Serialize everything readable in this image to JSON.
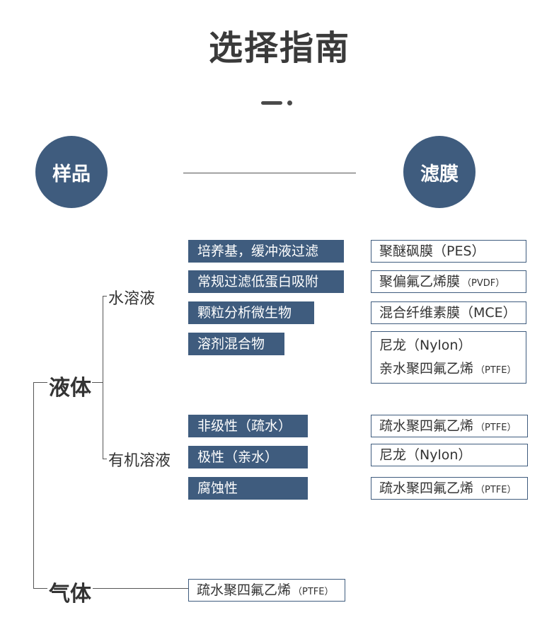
{
  "title": "选择指南",
  "colors": {
    "accent": "#3f5c7e",
    "text": "#333333",
    "line": "#555555"
  },
  "headers": {
    "sample": "样品",
    "filter": "滤膜"
  },
  "categories": {
    "liquid": "液体",
    "gas": "气体",
    "aqueous": "水溶液",
    "organic": "有机溶液"
  },
  "samples": [
    "培养基，缓冲液过滤",
    "常规过滤低蛋白吸附",
    "颗粒分析微生物",
    "溶剂混合物",
    "非级性（疏水）",
    "极性（亲水）",
    "腐蚀性"
  ],
  "filters": [
    {
      "name": "聚醚砜膜（PES）",
      "suffix": ""
    },
    {
      "name": "聚偏氟乙烯膜",
      "suffix": "（PVDF）"
    },
    {
      "name": "混合纤维素膜（MCE）",
      "suffix": ""
    },
    {
      "name": "尼龙（Nylon）",
      "suffix": ""
    },
    {
      "name": "亲水聚四氟乙烯",
      "suffix": "（PTFE）"
    },
    {
      "name": "疏水聚四氟乙烯",
      "suffix": "（PTFE）"
    },
    {
      "name": "尼龙（Nylon）",
      "suffix": ""
    },
    {
      "name": "疏水聚四氟乙烯",
      "suffix": "（PTFE）"
    },
    {
      "name": "疏水聚四氟乙烯",
      "suffix": "（PTFE）"
    }
  ]
}
